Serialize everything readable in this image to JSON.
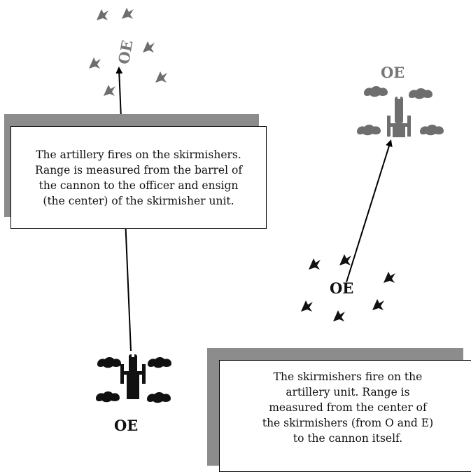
{
  "captions": {
    "artillery_fires": "The artillery fires on the skirmishers. Range is measured from the barrel of the cannon to the officer and ensign (the center) of the skirmisher unit.",
    "skirmishers_fire": "The skirmishers fire on the artillery unit. Range is measured from the center of the skirmishers (from O and E) to the cannon itself."
  },
  "labels": {
    "oe_top_left": "OE",
    "oe_top_right": "OE",
    "oe_mid_right": "OE",
    "oe_bottom_left": "OE"
  },
  "colors": {
    "shadow": "#8c8c8c",
    "gray_units": "#6e6e6e",
    "black_units": "#111111",
    "arrow": "#000000"
  }
}
